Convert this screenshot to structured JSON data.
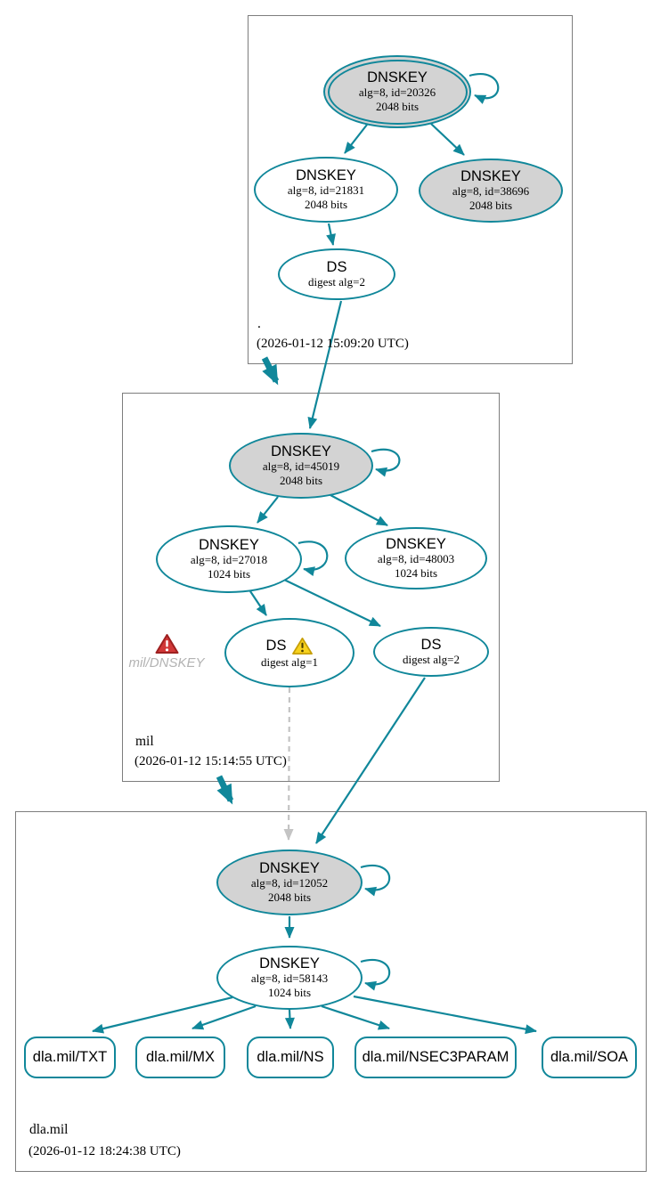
{
  "zones": [
    {
      "name": ".",
      "timestamp": "(2026-01-12 15:09:20 UTC)",
      "nodes": [
        {
          "title": "DNSKEY",
          "detail1": "alg=8, id=20326",
          "detail2": "2048 bits",
          "style": "ksk-double-ring-gray"
        },
        {
          "title": "DNSKEY",
          "detail1": "alg=8, id=21831",
          "detail2": "2048 bits",
          "style": "white"
        },
        {
          "title": "DNSKEY",
          "detail1": "alg=8, id=38696",
          "detail2": "2048 bits",
          "style": "gray"
        },
        {
          "title": "DS",
          "detail1": "digest alg=2",
          "style": "white"
        }
      ]
    },
    {
      "name": "mil",
      "timestamp": "(2026-01-12 15:14:55 UTC)",
      "error_label": "mil/DNSKEY",
      "nodes": [
        {
          "title": "DNSKEY",
          "detail1": "alg=8, id=45019",
          "detail2": "2048 bits",
          "style": "gray"
        },
        {
          "title": "DNSKEY",
          "detail1": "alg=8, id=27018",
          "detail2": "1024 bits",
          "style": "white"
        },
        {
          "title": "DNSKEY",
          "detail1": "alg=8, id=48003",
          "detail2": "1024 bits",
          "style": "white"
        },
        {
          "title": "DS",
          "detail1": "digest alg=1",
          "style": "white",
          "icon": "warning-triangle-yellow"
        },
        {
          "title": "DS",
          "detail1": "digest alg=2",
          "style": "white"
        }
      ]
    },
    {
      "name": "dla.mil",
      "timestamp": "(2026-01-12 18:24:38 UTC)",
      "nodes": [
        {
          "title": "DNSKEY",
          "detail1": "alg=8, id=12052",
          "detail2": "2048 bits",
          "style": "gray"
        },
        {
          "title": "DNSKEY",
          "detail1": "alg=8, id=58143",
          "detail2": "1024 bits",
          "style": "white"
        }
      ],
      "rrsets": [
        {
          "label": "dla.mil/TXT"
        },
        {
          "label": "dla.mil/MX"
        },
        {
          "label": "dla.mil/NS"
        },
        {
          "label": "dla.mil/NSEC3PARAM"
        },
        {
          "label": "dla.mil/SOA"
        }
      ]
    }
  ],
  "icons": {
    "error": "warning-triangle-red",
    "warning": "warning-triangle-yellow"
  },
  "colors": {
    "edge_teal": "#10879a",
    "node_fill_gray": "#d3d3d3",
    "zone_border_gray": "#7d7d7d",
    "insecure_dash_gray": "#c4c4c4",
    "error_red": "#d13838",
    "warning_yellow": "#f7d21e"
  }
}
